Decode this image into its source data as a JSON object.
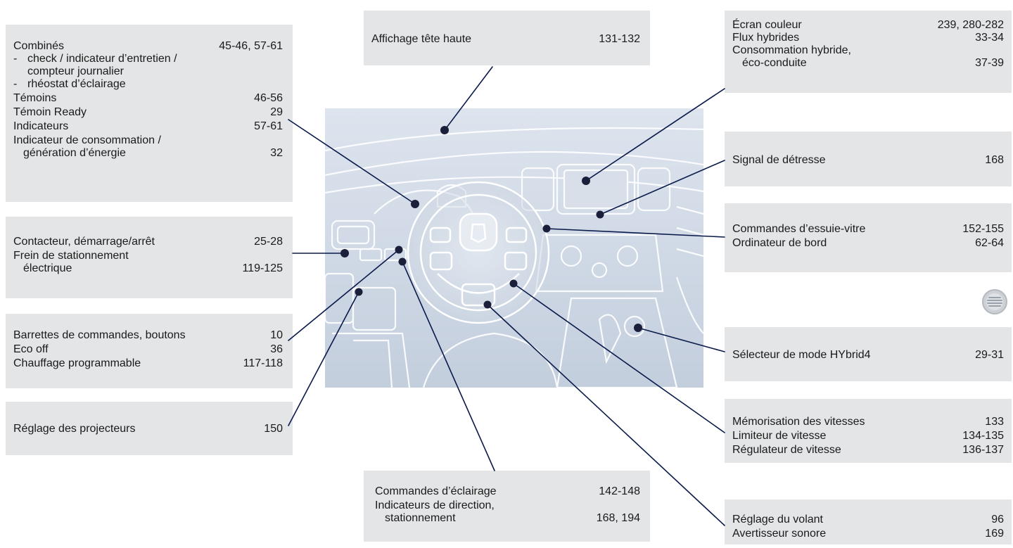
{
  "boxes": {
    "combines": {
      "line1": {
        "label": "Combinés",
        "pages": "45-46, 57-61"
      },
      "dash1": {
        "l1": "check / indicateur d’entretien /",
        "l2": "compteur journalier"
      },
      "dash2": {
        "l1": "rhéostat d’éclairage"
      },
      "temoins": {
        "label": "Témoins",
        "pages": "46-56"
      },
      "ready": {
        "label": "Témoin Ready",
        "pages": "29"
      },
      "indicateurs": {
        "label": "Indicateurs",
        "pages": "57-61"
      },
      "conso": {
        "l1": "Indicateur de consommation /",
        "l2": "génération d’énergie",
        "pages": "32"
      }
    },
    "contacteur": {
      "line1": {
        "label": "Contacteur, démarrage/arrêt",
        "pages": "25-28"
      },
      "frein": {
        "l1": "Frein de stationnement",
        "l2": "électrique",
        "pages": "119-125"
      }
    },
    "barrettes": {
      "line1": {
        "label": "Barrettes de commandes, boutons",
        "pages": "10"
      },
      "eco": {
        "label": "Eco off",
        "pages": "36"
      },
      "chauffage": {
        "label": "Chauffage programmable",
        "pages": "117-118"
      }
    },
    "projecteurs": {
      "label": "Réglage des projecteurs",
      "pages": "150"
    },
    "affichage": {
      "label": "Affichage tête haute",
      "pages": "131-132"
    },
    "eclairage": {
      "line1": {
        "label": "Commandes d’éclairage",
        "pages": "142-148"
      },
      "direction": {
        "l1": "Indicateurs de direction,",
        "l2": "stationnement",
        "pages": "168, 194"
      }
    },
    "ecran": {
      "line1": {
        "label": "Écran couleur",
        "pages": "239, 280-282"
      },
      "flux": {
        "label": "Flux hybrides",
        "pages": "33-34"
      },
      "conso": {
        "l1": "Consommation hybride,",
        "l2": "éco-conduite",
        "pages": "37-39"
      }
    },
    "detresse": {
      "label": "Signal de détresse",
      "pages": "168"
    },
    "essuie": {
      "line1": {
        "label": "Commandes d’essuie-vitre",
        "pages": "152-155"
      },
      "ordinateur": {
        "label": "Ordinateur de bord",
        "pages": "62-64"
      }
    },
    "selecteur": {
      "label": "Sélecteur de mode HYbrid4",
      "pages": "29-31"
    },
    "vitesses": {
      "memo": {
        "label": "Mémorisation des vitesses",
        "pages": "133"
      },
      "limiteur": {
        "label": "Limiteur de vitesse",
        "pages": "134-135"
      },
      "regulateur": {
        "label": "Régulateur de vitesse",
        "pages": "136-137"
      }
    },
    "volant": {
      "reglage": {
        "label": "Réglage du volant",
        "pages": "96"
      },
      "avertisseur": {
        "label": "Avertisseur sonore",
        "pages": "169"
      }
    }
  },
  "colors": {
    "box_fill": "#e3e5e7",
    "leader": "#0a1a4a",
    "dot": "#1b1f3a",
    "photo_tint": "#c9d3e2"
  }
}
